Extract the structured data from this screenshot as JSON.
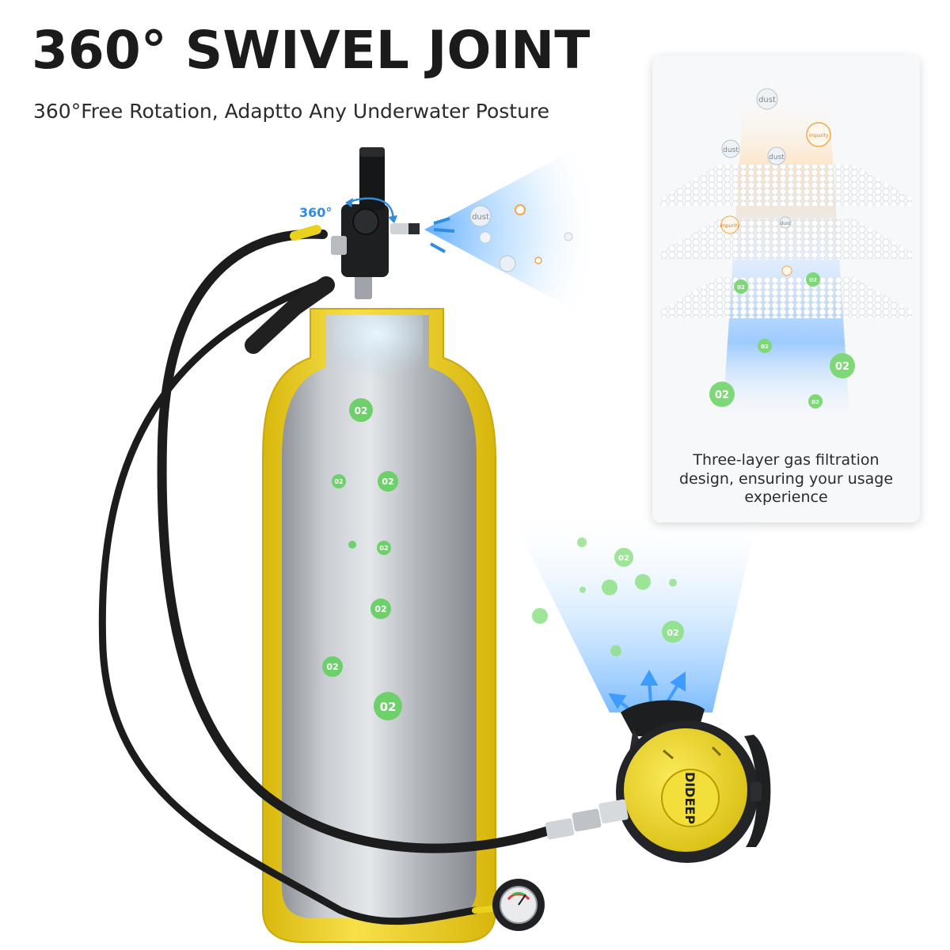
{
  "header": {
    "title": "360° SWIVEL JOINT",
    "subtitle": "360°Free Rotation, Adaptto Any Underwater Posture"
  },
  "product": {
    "rotation_label": "360°",
    "brand_logo": "DIDEEP",
    "bubble_label": "02"
  },
  "filter_panel": {
    "caption": "Three-layer gas filtration design, ensuring your usage experience",
    "dust_label": "dust",
    "impurity_label": "impurity"
  },
  "icons": [
    "rotation-arrow-icon",
    "airflow-arrow-icon",
    "oxygen-bubble-icon",
    "dust-particle-icon",
    "pressure-gauge-icon"
  ],
  "colors": {
    "tank_yellow": "#f2d31c",
    "tank_silver": "#b8bcc2",
    "bubble_green": "#6ed06a",
    "airflow_blue": "#4aa3ff",
    "impurity_orange": "#f0a84a",
    "accent_blue": "#2f8ce0"
  }
}
